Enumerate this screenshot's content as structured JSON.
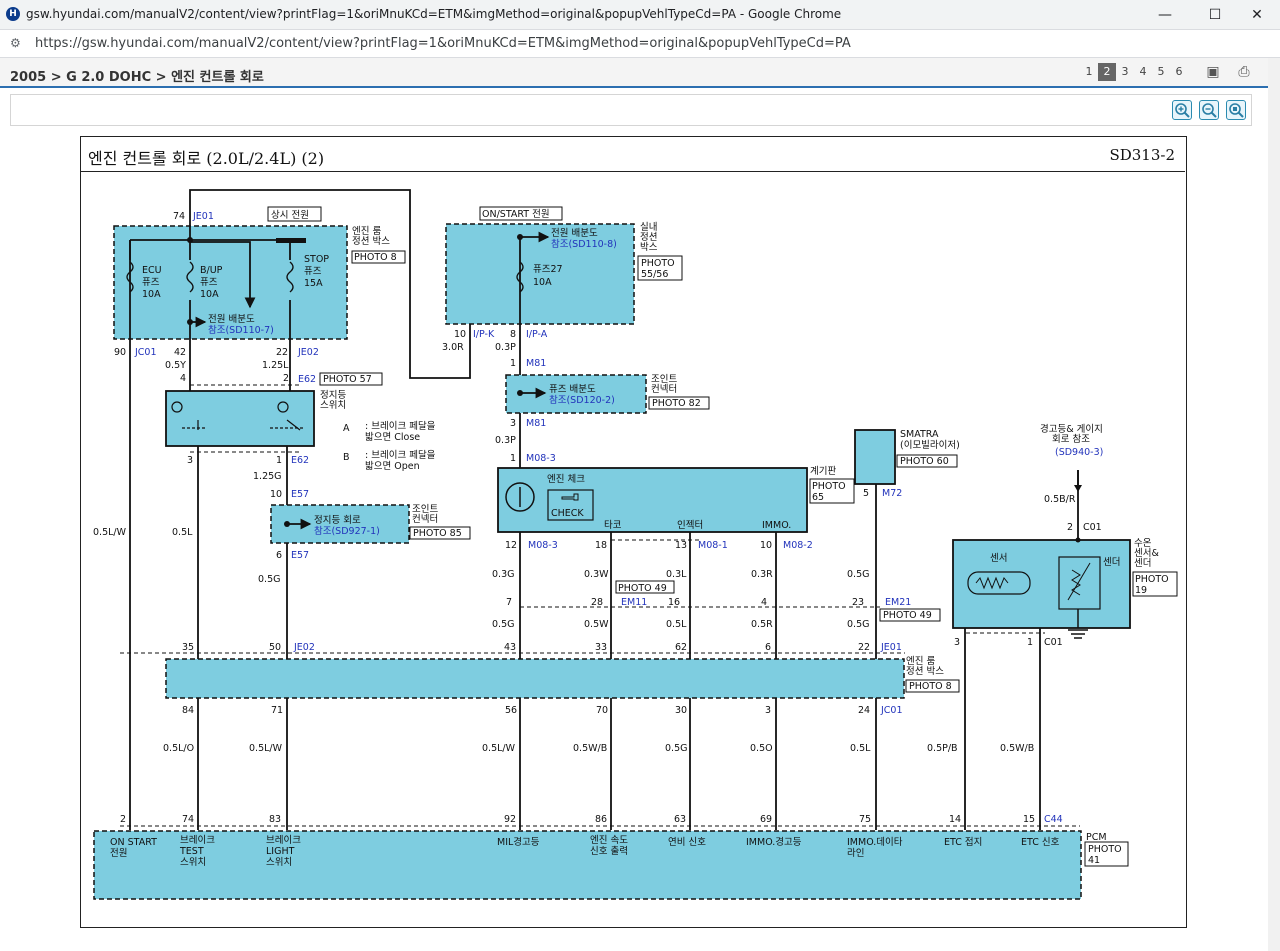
{
  "browser": {
    "window_title": "gsw.hyundai.com/manualV2/content/view?printFlag=1&oriMnuKCd=ETM&imgMethod=original&popupVehlTypeCd=PA - Google Chrome",
    "url": "https://gsw.hyundai.com/manualV2/content/view?printFlag=1&oriMnuKCd=ETM&imgMethod=original&popupVehlTypeCd=PA",
    "favicon": "hyundai-logo-icon",
    "minimize": "—",
    "maximize": "☐",
    "close": "✕"
  },
  "header": {
    "breadcrumb": "2005 > G 2.0 DOHC > 엔진 컨트롤 회로",
    "pages": [
      "1",
      "2",
      "3",
      "4",
      "5",
      "6"
    ],
    "active_page": "2",
    "icons": [
      "screen-capture-icon",
      "print-icon"
    ]
  },
  "zoom": {
    "icons": [
      "zoom-in-icon",
      "zoom-out-icon",
      "zoom-fit-icon"
    ]
  },
  "diagram": {
    "title": "엔진 컨트롤 회로 (2.0L/2.4L) (2)",
    "code": "SD313-2",
    "labels": {
      "je01_pin": "74",
      "je01": "JE01",
      "always_power": "상시 전원",
      "engine_room_box": "엔진 룸\n정션 박스",
      "photo8_a": "PHOTO 8",
      "ecu_fuse": "ECU\n퓨즈\n10A",
      "bup_fuse": "B/UP\n퓨즈\n10A",
      "stop_fuse": "STOP\n퓨즈\n15A",
      "power_dist_a": "전원 배분도",
      "ref_sd110_7": "참조(SD110-7)",
      "on_start_power": "ON/START 전원",
      "power_dist_b": "전원 배분도",
      "ref_sd110_8": "참조(SD110-8)",
      "fuse27": "퓨즈27\n10A",
      "indoor_box": "실내\n정션\n박스",
      "photo5556": "PHOTO\n55/56",
      "p90": "90",
      "jc01_a": "JC01",
      "p42": "42",
      "w05y": "0.5Y",
      "p22": "22",
      "je02_a": "JE02",
      "w125l": "1.25L",
      "p10": "10",
      "ipk": "I/P-K",
      "w30r": "3.0R",
      "p8": "8",
      "ipa": "I/P-A",
      "w03p_a": "0.3P",
      "p4": "4",
      "p2": "2",
      "e62_a": "E62",
      "photo57": "PHOTO 57",
      "stop_switch": "정지등\n스위치",
      "p1_m81": "1",
      "m81_a": "M81",
      "fuse_dist": "퓨즈 배분도",
      "ref_sd120_2": "참조(SD120-2)",
      "joint_conn_a": "조인트\n컨넥터",
      "photo82": "PHOTO 82",
      "legend_a": "브레이크 페달을\n밟으면 Close",
      "legend_b": "브레이크 페달을\n밟으면 Open",
      "p3_m81": "3",
      "m81_b": "M81",
      "w03p_b": "0.3P",
      "smatra": "SMATRA\n(이모빌라이저)",
      "photo60": "PHOTO 60",
      "warn_gauge": "경고등& 게이지\n회로 참조",
      "ref_sd940_3": "(SD940-3)",
      "p3_l": "3",
      "p1_e62": "1",
      "e62_b": "E62",
      "w125g": "1.25G",
      "p1_m083": "1",
      "m083_a": "M08-3",
      "engine_check": "엔진 체크",
      "check": "CHECK",
      "cluster": "계기판",
      "photo65": "PHOTO\n65",
      "p5": "5",
      "m72": "M72",
      "w05br": "0.5B/R",
      "p10_e57": "10",
      "e57_a": "E57",
      "stop_circuit": "정지등 회로",
      "ref_sd927_1": "참조(SD927-1)",
      "joint_conn_b": "조인트\n컨넥터",
      "photo85": "PHOTO 85",
      "tacho": "타코",
      "injector": "인젝터",
      "immo": "IMMO.",
      "p2_c01": "2",
      "c01_a": "C01",
      "sensor": "센서",
      "sender": "센더",
      "temp_sensor": "수온\n센서&\n센더",
      "photo19": "PHOTO\n19",
      "w05lw_a": "0.5L/W",
      "w05l_a": "0.5L",
      "p6_e57": "6",
      "e57_b": "E57",
      "p12": "12",
      "m083_b": "M08-3",
      "p18": "18",
      "p13": "13",
      "m081": "M08-1",
      "p10_m": "10",
      "m082": "M08-2",
      "w05g_a": "0.5G",
      "w03g": "0.3G",
      "w03w": "0.3W",
      "w03l": "0.3L",
      "w03r": "0.3R",
      "w05g_b": "0.5G",
      "photo49_a": "PHOTO 49",
      "p7": "7",
      "p28": "28",
      "em11": "EM11",
      "p16": "16",
      "p4_b": "4",
      "p23": "23",
      "em21": "EM21",
      "photo49_b": "PHOTO 49",
      "w05g_c": "0.5G",
      "w05w": "0.5W",
      "w05l_b": "0.5L",
      "w05r": "0.5R",
      "w05g_d": "0.5G",
      "p3_c": "3",
      "p1_c01": "1",
      "c01_b": "C01",
      "p35": "35",
      "p50": "50",
      "je02_b": "JE02",
      "p43": "43",
      "p33": "33",
      "p62": "62",
      "p6": "6",
      "p22_b": "22",
      "je01_b": "JE01",
      "engine_room_box_b": "엔진 룸\n정션 박스",
      "photo8_b": "PHOTO 8",
      "p84": "84",
      "p71": "71",
      "p56": "56",
      "p70": "70",
      "p30": "30",
      "p3_d": "3",
      "p24": "24",
      "jc01_b": "JC01",
      "w05lo": "0.5L/O",
      "w05lw_b": "0.5L/W",
      "w05lw_c": "0.5L/W",
      "w05wb": "0.5W/B",
      "w05g_e": "0.5G",
      "w05o": "0.5O",
      "w05l_c": "0.5L",
      "w05pb": "0.5P/B",
      "w05wb_b": "0.5W/B",
      "p2_pcm": "2",
      "p74": "74",
      "p83": "83",
      "p92": "92",
      "p86": "86",
      "p63": "63",
      "p69": "69",
      "p75": "75",
      "p14": "14",
      "p15": "15",
      "c44": "C44",
      "pcm": "PCM",
      "photo41": "PHOTO\n41",
      "on_start": "ON START\n전원",
      "brake_test": "브레이크\nTEST\n스위치",
      "brake_light": "브레이크\nLIGHT\n스위치",
      "mil_lamp": "MIL경고등",
      "engine_speed": "엔진 속도\n신호 출력",
      "fuel_signal": "연비 신호",
      "immo_lamp": "IMMO.경고등",
      "immo_data": "IMMO.데이타\n라인",
      "etc_ground": "ETC 접지",
      "etc_signal": "ETC 신호",
      "contact_a": "A",
      "contact_b": "B"
    }
  }
}
